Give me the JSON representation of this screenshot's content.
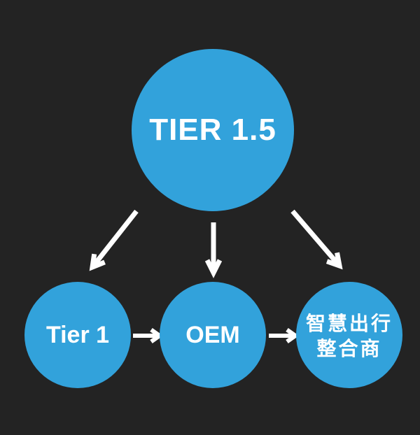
{
  "colors": {
    "background": "#232323",
    "node_fill": "#32A2DB",
    "text": "#FFFFFF",
    "arrow": "#FFFFFF"
  },
  "nodes": {
    "root": {
      "label": "TIER 1.5"
    },
    "children": [
      {
        "label": "Tier 1"
      },
      {
        "label": "OEM"
      },
      {
        "label_line1": "智慧出行",
        "label_line2": "整合商"
      }
    ]
  },
  "edges": [
    {
      "from": "TIER 1.5",
      "to": "Tier 1",
      "direction": "down-left"
    },
    {
      "from": "TIER 1.5",
      "to": "OEM",
      "direction": "down"
    },
    {
      "from": "TIER 1.5",
      "to": "智慧出行整合商",
      "direction": "down-right"
    },
    {
      "from": "Tier 1",
      "to": "OEM",
      "direction": "right"
    },
    {
      "from": "OEM",
      "to": "智慧出行整合商",
      "direction": "right"
    }
  ]
}
